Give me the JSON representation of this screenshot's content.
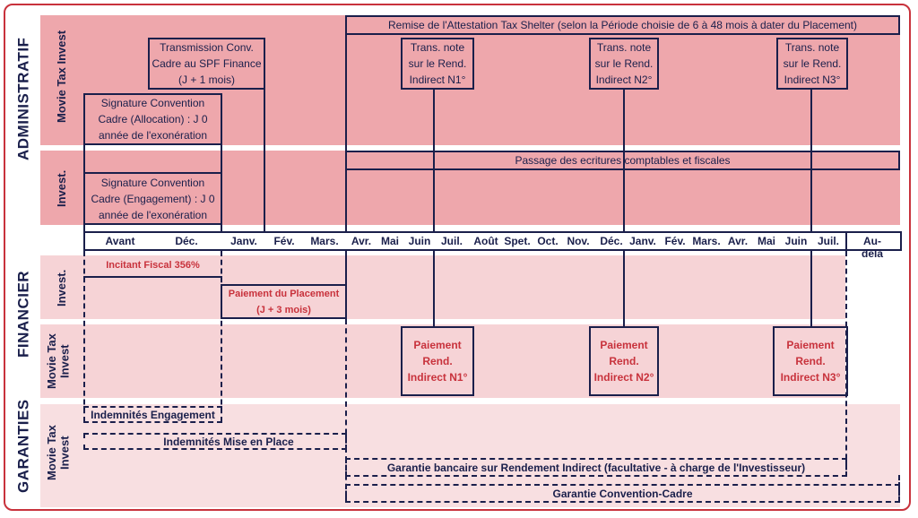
{
  "sections": {
    "administratif": "ADMINISTRATIF",
    "financier": "FINANCIER",
    "garanties": "GARANTIES"
  },
  "rows": {
    "adm_mti": "Movie Tax Invest",
    "adm_invest": "Invest.",
    "fin_invest": "Invest.",
    "fin_mti": "Movie Tax Invest",
    "gar_mti": "Movie Tax Invest"
  },
  "admin": {
    "remise": "Remise de l'Attestation Tax Shelter (selon la Période choisie de 6 à 48 mois à dater du Placement)",
    "transmission": "Transmission Conv. Cadre au SPF Finance (J + 1 mois)",
    "trans_n1": "Trans. note sur le Rend. Indirect N1°",
    "trans_n2": "Trans. note sur le Rend. Indirect N2°",
    "trans_n3": "Trans. note sur le Rend. Indirect N3°",
    "sig_allocation": "Signature Convention Cadre (Allocation) : J 0 année de l'exonération",
    "sig_engagement": "Signature Convention Cadre (Engagement) : J 0 année de l'exonération",
    "passage": "Passage des ecritures comptables et fiscales"
  },
  "timeline": [
    "Avant",
    "Déc.",
    "Janv.",
    "Fév.",
    "Mars.",
    "Avr.",
    "Mai",
    "Juin",
    "Juil.",
    "Août",
    "Spet.",
    "Oct.",
    "Nov.",
    "Déc.",
    "Janv.",
    "Fév.",
    "Mars.",
    "Avr.",
    "Mai",
    "Juin",
    "Juil.",
    "Au-delà"
  ],
  "financier": {
    "incitant": "Incitant Fiscal 356%",
    "paiement_placement": "Paiement du Placement (J + 3 mois)",
    "pay_n1": "Paiement Rend. Indirect N1°",
    "pay_n2": "Paiement Rend. Indirect N2°",
    "pay_n3": "Paiement Rend. Indirect N3°"
  },
  "garanties": {
    "engagement": "Indemnités Engagement",
    "mise_en_place": "Indemnités Mise en Place",
    "bancaire": "Garantie bancaire sur Rendement Indirect (facultative - à charge de l'Investisseur)",
    "convention": "Garantie Convention-Cadre"
  },
  "colors": {
    "frame": "#c8323c",
    "navy": "#1a1f4b",
    "dark_band": "#eea7ac",
    "light_band": "#f6d3d6",
    "accent_text": "#c8323c"
  }
}
